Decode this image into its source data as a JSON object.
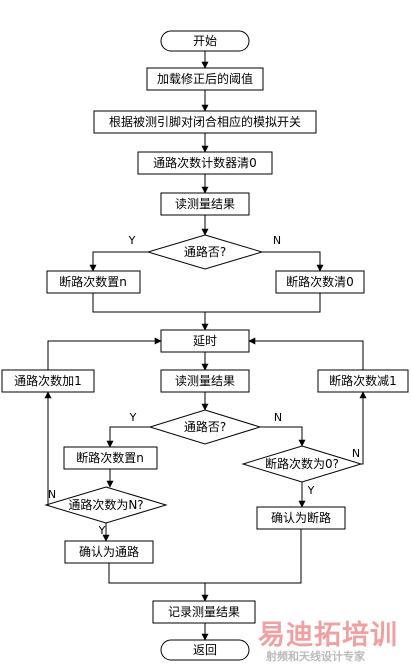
{
  "flowchart": {
    "start": "开始",
    "load_threshold": "加载修正后的阈值",
    "close_switch": "根据被测引脚对闭合相应的模拟开关",
    "clear_counter": "通路次数计数器清0",
    "read_result_1": "读测量结果",
    "decision_1": "通路否?",
    "set_break_n": "断路次数置n",
    "clear_break": "断路次数清0",
    "delay": "延时",
    "inc_pass": "通路次数加1",
    "read_result_2": "读测量结果",
    "dec_break": "断路次数减1",
    "decision_2": "通路否?",
    "set_break_n_2": "断路次数置n",
    "decision_3": "断路次数为0?",
    "decision_4": "通路次数为N?",
    "confirm_break": "确认为断路",
    "confirm_pass": "确认为通路",
    "record_result": "记录测量结果",
    "return": "返回"
  },
  "branch_labels": {
    "yes": "Y",
    "no": "N"
  },
  "watermark": {
    "brand": "易迪拓培训",
    "tagline": "射频和天线设计专家"
  }
}
